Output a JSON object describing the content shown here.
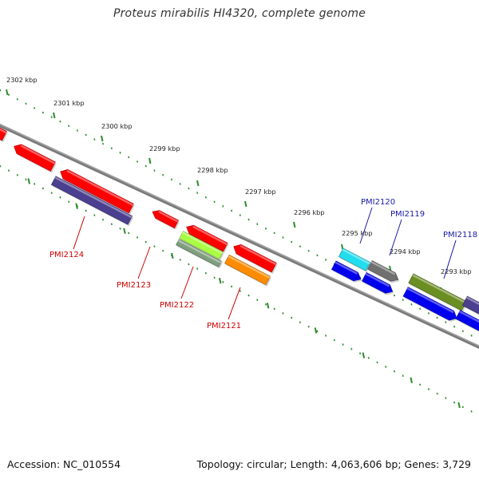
{
  "title": "Proteus mirabilis HI4320, complete genome",
  "footer": {
    "accession": "Accession: NC_010554",
    "stats": "Topology: circular; Length: 4,063,606 bp; Genes: 3,729"
  },
  "colors": {
    "background": "#ffffff",
    "backbone": "#7a7a7a",
    "ticks": "#2e8b2e",
    "tick_label": "#222222",
    "label_red": "#cc0000",
    "label_blue": "#1a1aa6"
  },
  "ticks": [
    {
      "label": "2302 kbp"
    },
    {
      "label": "2301 kbp"
    },
    {
      "label": "2300 kbp"
    },
    {
      "label": "2299 kbp"
    },
    {
      "label": "2298 kbp"
    },
    {
      "label": "2297 kbp"
    },
    {
      "label": "2296 kbp"
    },
    {
      "label": "2295 kbp"
    },
    {
      "label": "2294 kbp"
    },
    {
      "label": "2293 kbp"
    }
  ],
  "features": [
    {
      "color": "#ff0000"
    },
    {
      "color": "#ff0000"
    },
    {
      "color": "#ff0000"
    },
    {
      "color": "#4b3f8f"
    },
    {
      "color": "#ff0000"
    },
    {
      "color": "#ff0000"
    },
    {
      "color": "#aaff44"
    },
    {
      "color": "#7f9f7f"
    },
    {
      "color": "#ff0000"
    },
    {
      "color": "#ff8c00"
    },
    {
      "color": "#22ddee"
    },
    {
      "color": "#707070"
    },
    {
      "color": "#0000ee"
    },
    {
      "color": "#0000ee"
    },
    {
      "color": "#6b8e23"
    },
    {
      "color": "#0000ee"
    },
    {
      "color": "#4b3f8f"
    },
    {
      "color": "#0000ee"
    }
  ],
  "gene_labels": [
    {
      "text": "PMI2124",
      "color": "#cc0000"
    },
    {
      "text": "PMI2123",
      "color": "#cc0000"
    },
    {
      "text": "PMI2122",
      "color": "#cc0000"
    },
    {
      "text": "PMI2121",
      "color": "#cc0000"
    },
    {
      "text": "PMI2120",
      "color": "#1a1aa6"
    },
    {
      "text": "PMI2119",
      "color": "#1a1aa6"
    },
    {
      "text": "PMI2118",
      "color": "#1a1aa6"
    }
  ]
}
